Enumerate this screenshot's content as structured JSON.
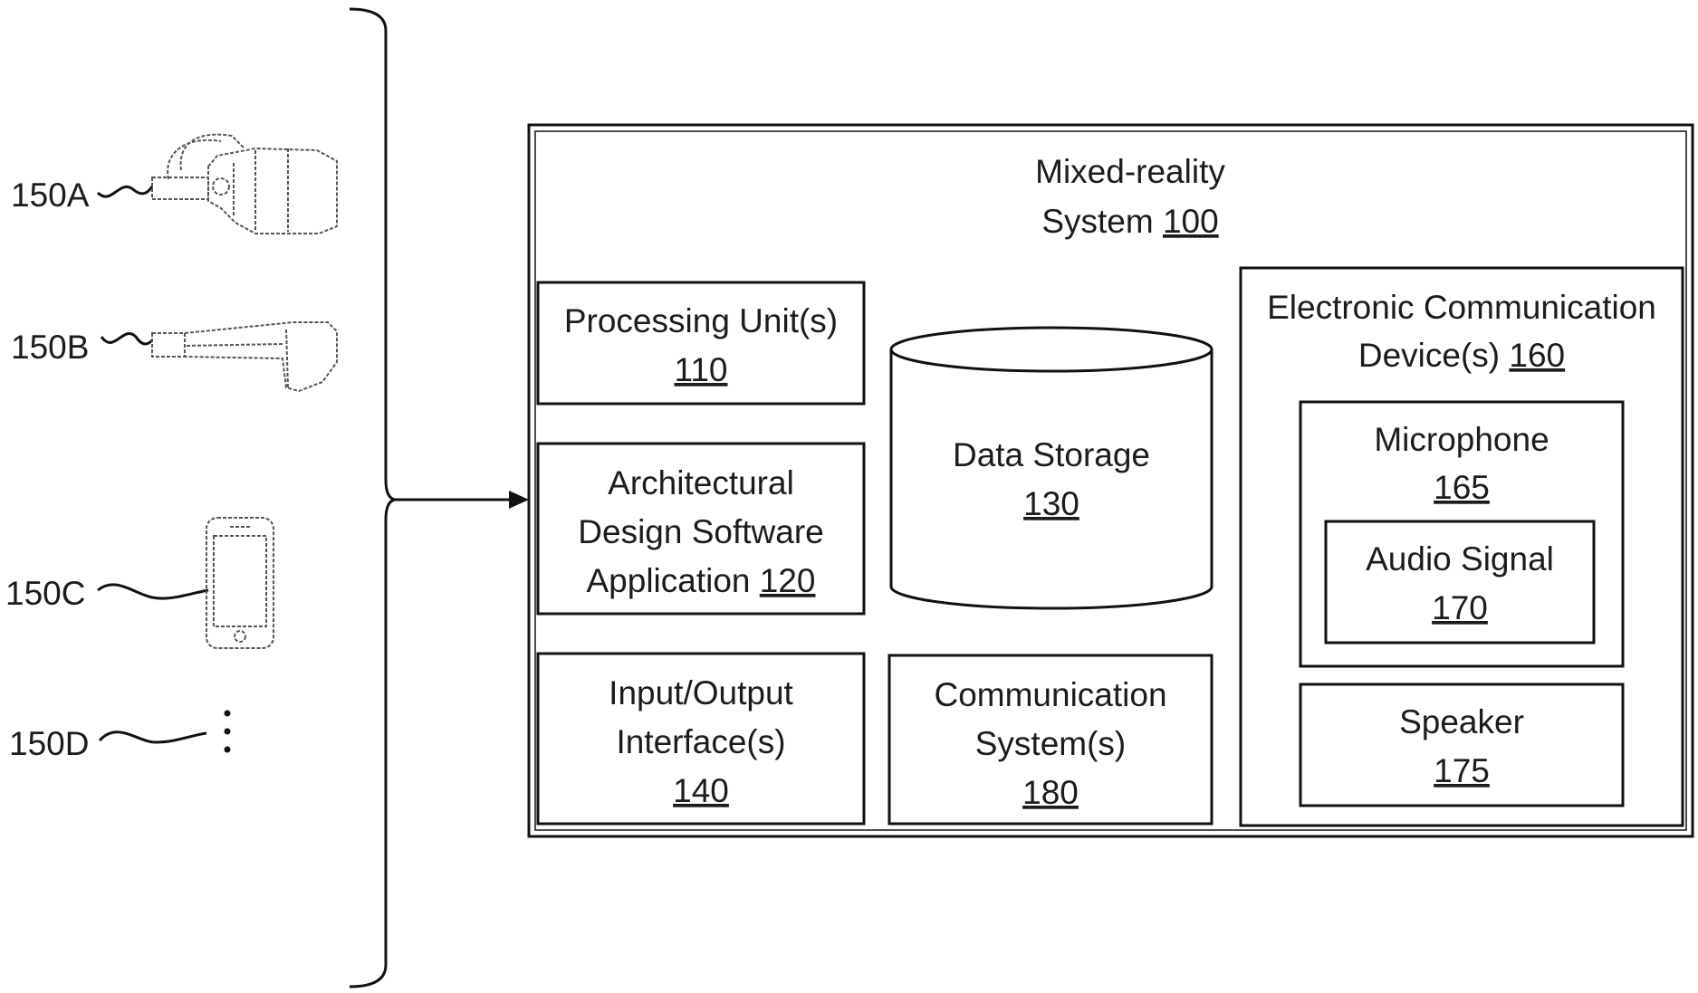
{
  "devices": [
    {
      "label": "150A",
      "icon": "vr-headset-icon"
    },
    {
      "label": "150B",
      "icon": "ar-glasses-icon"
    },
    {
      "label": "150C",
      "icon": "smartphone-icon"
    },
    {
      "label": "150D",
      "icon": "ellipsis-icon"
    }
  ],
  "system": {
    "title_line1": "Mixed-reality",
    "title_line2": "System ",
    "ref": "100"
  },
  "processing": {
    "line1": "Processing Unit(s)",
    "ref": "110"
  },
  "arch": {
    "line1": "Architectural",
    "line2": "Design Software",
    "line3": "Application ",
    "ref": "120"
  },
  "io": {
    "line1": "Input/Output",
    "line2": "Interface(s)",
    "ref": "140"
  },
  "storage": {
    "line1": "Data Storage",
    "ref": "130"
  },
  "comm": {
    "line1": "Communication",
    "line2": "System(s)",
    "ref": "180"
  },
  "ecd": {
    "line1": "Electronic Communication",
    "line2": "Device(s) ",
    "ref": "160"
  },
  "mic": {
    "line1": "Microphone",
    "ref": "165"
  },
  "audio": {
    "line1": "Audio Signal",
    "ref": "170"
  },
  "speaker": {
    "line1": "Speaker",
    "ref": "175"
  }
}
